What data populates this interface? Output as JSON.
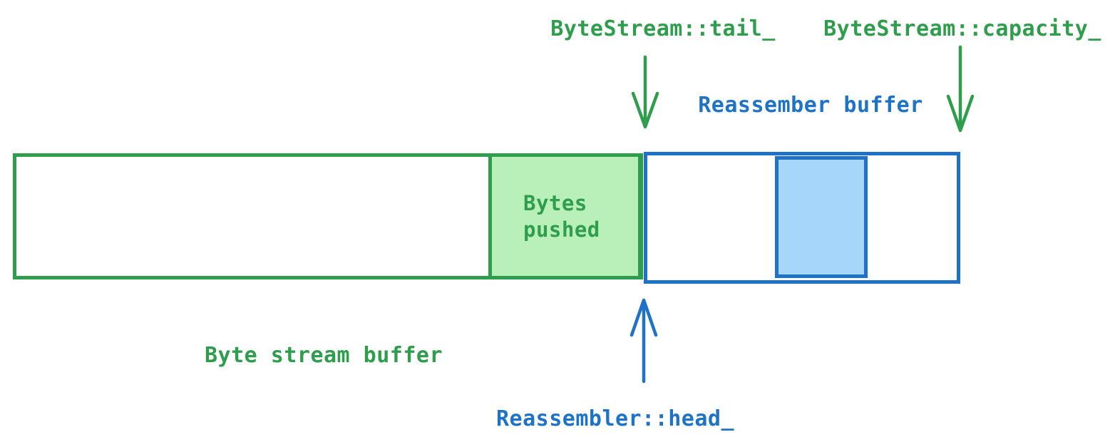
{
  "diagram": {
    "labels": {
      "bytestream_tail": "ByteStream::tail_",
      "bytestream_capacity": "ByteStream::capacity_",
      "reassember_buffer": "Reassember buffer",
      "byte_stream_buffer": "Byte stream buffer",
      "reassembler_head": "Reassembler::head_",
      "bytes_pushed": "Bytes\npushed"
    },
    "icons": {
      "tail_pointer": "down-arrow",
      "capacity_pointer": "down-arrow",
      "head_pointer": "up-arrow"
    },
    "colors": {
      "green": "#2f9e4c",
      "green_fill": "#b9efb9",
      "blue": "#1e73c6",
      "blue_fill": "#a6d6fa",
      "background": "#ffffff"
    }
  }
}
